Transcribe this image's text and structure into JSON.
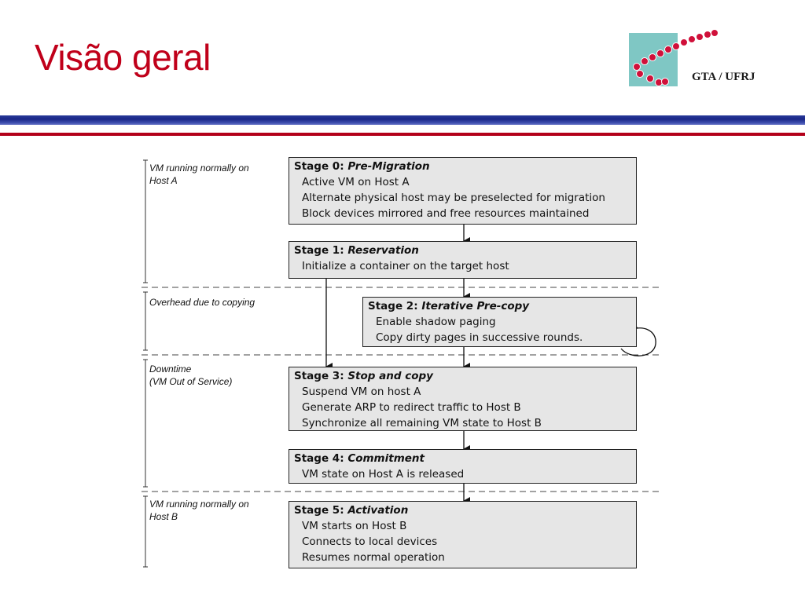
{
  "slide": {
    "title": "Visão geral",
    "logo_text": "GTA / UFRJ"
  },
  "colors": {
    "title": "#c0001a",
    "rule_blue": "#1a2788",
    "rule_red": "#b3001a",
    "logo_square": "#7fc7c4",
    "logo_dots": "#d0103a",
    "box_fill": "#e6e6e6"
  },
  "phases": [
    {
      "label_line1": "VM running normally on",
      "label_line2": "Host A"
    },
    {
      "label_line1": "Overhead due to copying",
      "label_line2": ""
    },
    {
      "label_line1": "Downtime",
      "label_line2": "(VM Out of Service)"
    },
    {
      "label_line1": "VM running normally on",
      "label_line2": "Host B"
    }
  ],
  "stages": [
    {
      "prefix": "Stage 0: ",
      "name": "Pre-Migration",
      "items": [
        "Active VM on Host A",
        "Alternate physical host may be preselected for migration",
        "Block devices mirrored and free resources maintained"
      ]
    },
    {
      "prefix": "Stage 1: ",
      "name": "Reservation",
      "items": [
        "Initialize a container on the target host"
      ]
    },
    {
      "prefix": "Stage 2: ",
      "name": "Iterative Pre-copy",
      "items": [
        "Enable shadow paging",
        "Copy dirty pages in successive rounds."
      ]
    },
    {
      "prefix": "Stage 3: ",
      "name": "Stop and copy",
      "items": [
        "Suspend VM on host A",
        "Generate ARP to redirect traffic to Host B",
        "Synchronize all remaining VM state to Host B"
      ]
    },
    {
      "prefix": "Stage 4: ",
      "name": "Commitment",
      "items": [
        "VM state on Host A is released"
      ]
    },
    {
      "prefix": "Stage 5: ",
      "name": "Activation",
      "items": [
        "VM starts on Host B",
        "Connects to local devices",
        "Resumes normal operation"
      ]
    }
  ]
}
